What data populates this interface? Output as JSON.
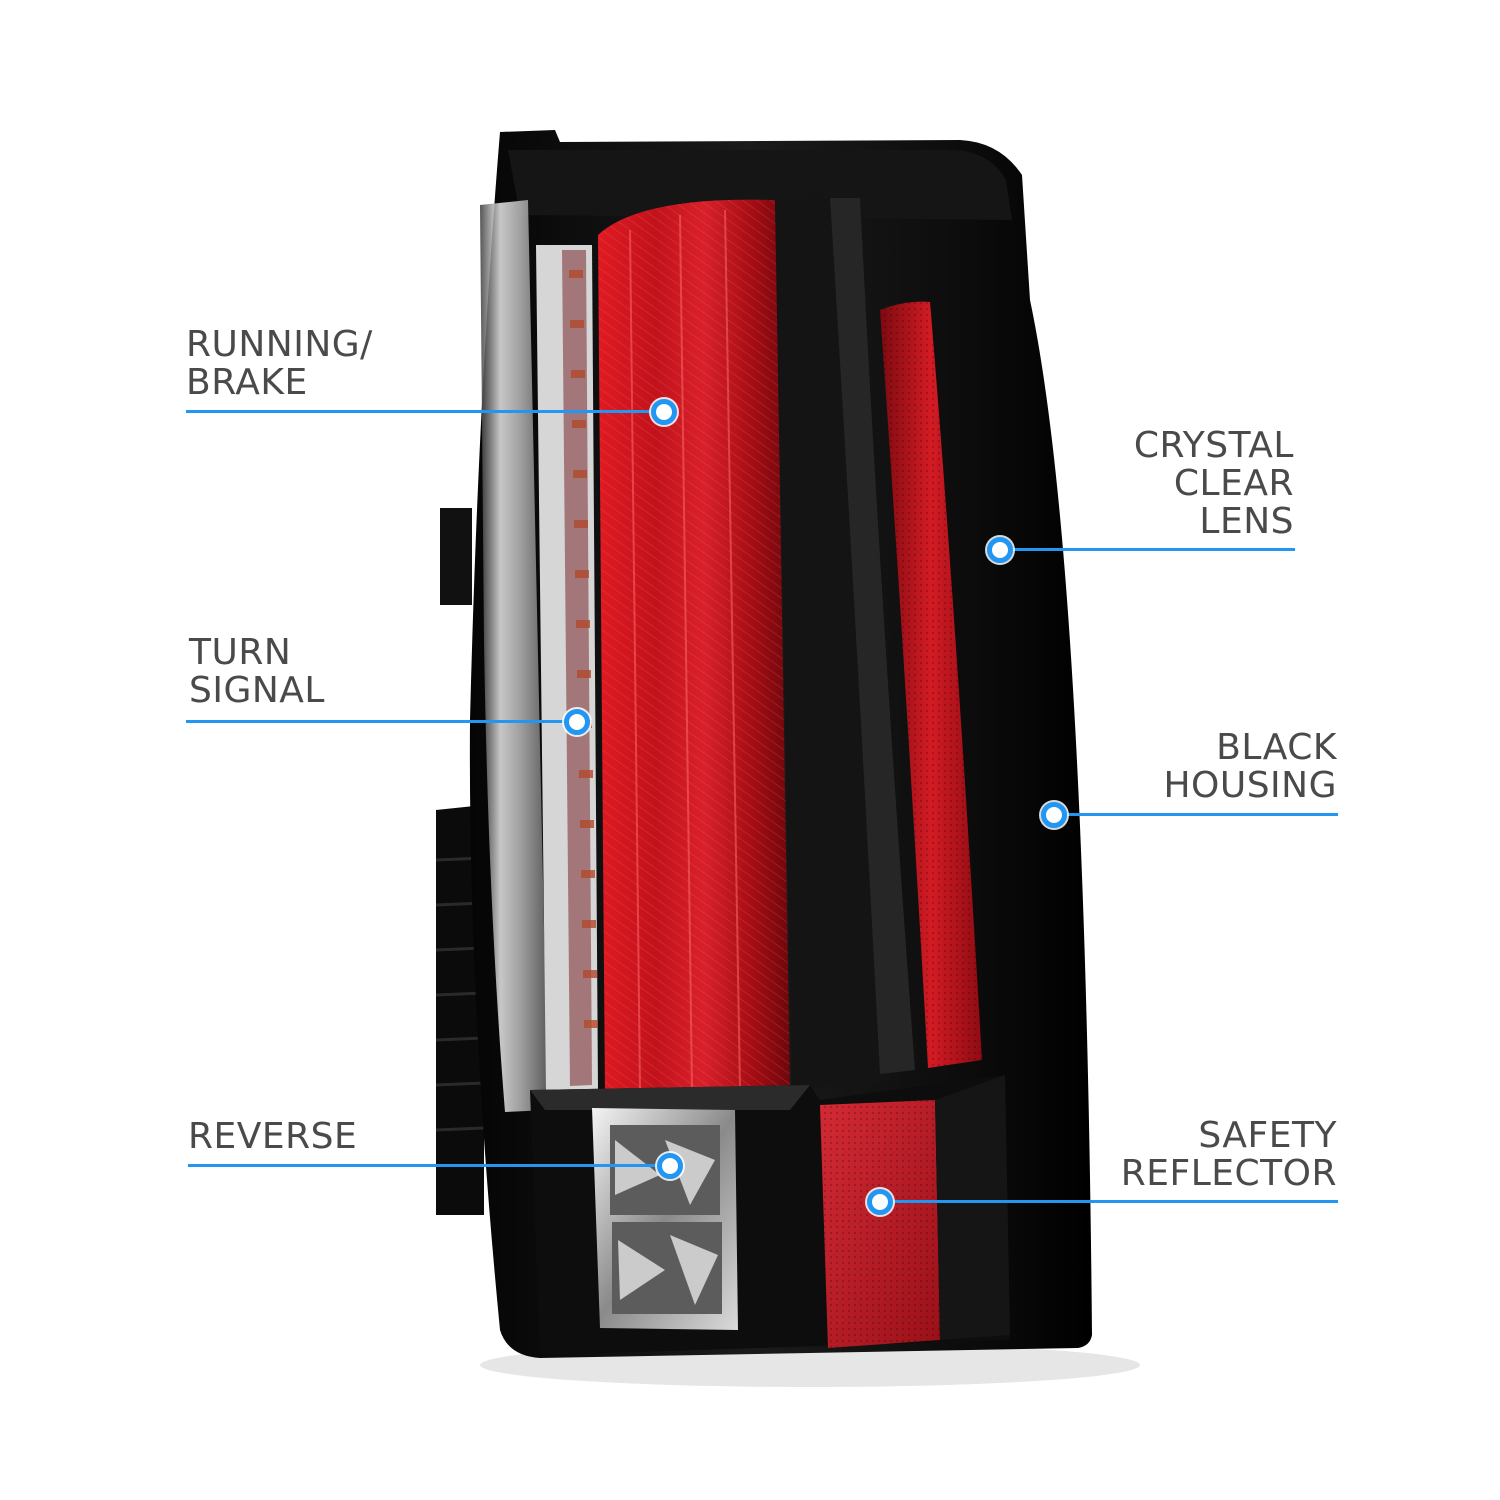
{
  "callouts": {
    "running_brake": {
      "line1": "RUNNING/",
      "line2": "BRAKE"
    },
    "turn_signal": {
      "line1": "TURN",
      "line2": "SIGNAL"
    },
    "reverse": {
      "line1": "REVERSE"
    },
    "crystal_clear_lens": {
      "line1": "CRYSTAL",
      "line2": "CLEAR",
      "line3": "LENS"
    },
    "black_housing": {
      "line1": "BLACK",
      "line2": "HOUSING"
    },
    "safety_reflector": {
      "line1": "SAFETY",
      "line2": "REFLECTOR"
    }
  },
  "colors": {
    "accent": "#2196f3",
    "label_text": "#4a4a4a",
    "lens_red": "#c8101e",
    "housing_black": "#111111"
  }
}
